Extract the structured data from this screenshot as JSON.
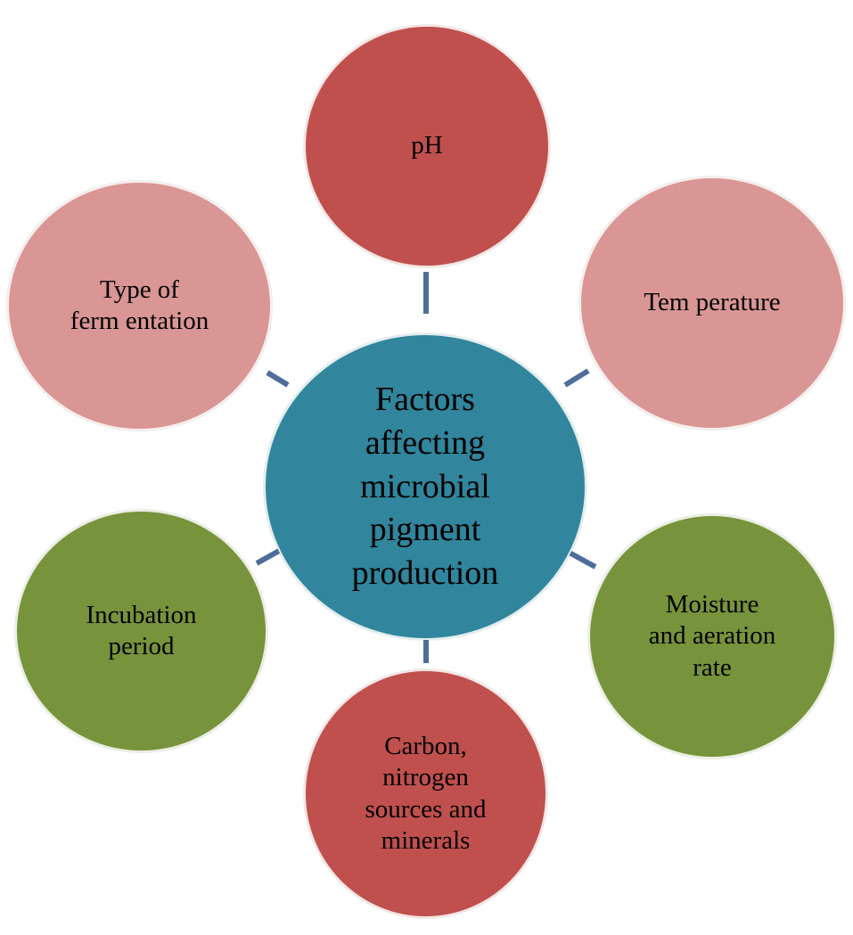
{
  "diagram": {
    "center": {
      "label": "Factors\naffecting\nmicrobial\npigment\nproduction",
      "color": "#31859C"
    },
    "factors": [
      {
        "id": "ph",
        "label": "pH",
        "color": "#C0504D"
      },
      {
        "id": "temperature",
        "label": "Tem perature",
        "color": "#D99694"
      },
      {
        "id": "moisture",
        "label": "Moisture\nand aeration\nrate",
        "color": "#77933C"
      },
      {
        "id": "carbon",
        "label": "Carbon,\nnitrogen\nsources and\nminerals",
        "color": "#C0504D"
      },
      {
        "id": "incubation",
        "label": "Incubation\nperiod",
        "color": "#77933C"
      },
      {
        "id": "type",
        "label": "Type of\nferm entation",
        "color": "#D99694"
      }
    ],
    "connector_color": "#4F6D9A"
  }
}
